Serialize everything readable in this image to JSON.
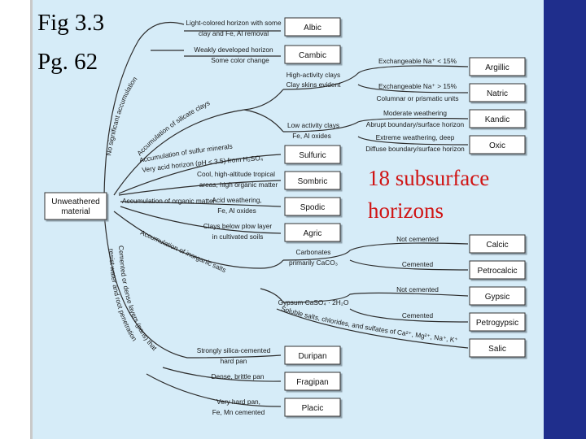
{
  "slide": {
    "title": "Fig 3.3",
    "page": "Pg. 62",
    "callout_line1": "18 subsurface",
    "callout_line2": "horizons",
    "colors": {
      "panel": "#d6ecf8",
      "band": "#1f2e8c",
      "callout": "#d01414"
    }
  },
  "diagram": {
    "root": "Unweathered material",
    "branch_labels": {
      "no_accum": "No significant accumulation",
      "silicate": "Accumulation of silicate clays",
      "sulfur": "Accumulation of sulfur minerals",
      "acid": "Very acid horizon (pH < 3.5) from H₂SO₄",
      "organic": "Accumulation of organic matter",
      "inorganic": "Accumulation of inorganic salts",
      "cemented_1": "Cemented or dense layers (pans) that",
      "cemented_2": "resist water and root penetration"
    },
    "conditions": {
      "albic_1": "Light-colored horizon with some",
      "albic_2": "clay and Fe, Al removal",
      "cambic_1": "Weakly developed horizon",
      "cambic_2": "Some color change",
      "high_act_1": "High-activity clays",
      "high_act_2": "Clay skins evident",
      "argillic": "Exchangeable Na⁺ < 15%",
      "natric_1": "Exchangeable Na⁺ > 15%",
      "natric_2": "Columnar or prismatic units",
      "low_act_1": "Low activity clays",
      "low_act_2": "Fe, Al oxides",
      "kandic_1": "Moderate weathering",
      "kandic_2": "Abrupt boundary/surface horizon",
      "oxic_1": "Extreme weathering, deep",
      "oxic_2": "Diffuse boundary/surface horizon",
      "sombric_1": "Cool, high-altitude tropical",
      "sombric_2": "areas, high organic matter",
      "spodic_1": "Acid weathering,",
      "spodic_2": "Fe, Al oxides",
      "agric_1": "Clays below plow layer",
      "agric_2": "in cultivated soils",
      "carbonates_1": "Carbonates",
      "carbonates_2": "primarily CaCO₃",
      "calcic": "Not cemented",
      "petrocalcic": "Cemented",
      "gypsum": "Gypsum CaSO₄ · 2H₂O",
      "gypsic": "Not cemented",
      "petrogypsic": "Cemented",
      "salic": "Soluble salts, chlorides, and sulfates of Ca²⁺, Mg²⁺, Na⁺, K⁺",
      "duripan_1": "Strongly silica-cemented",
      "duripan_2": "hard pan",
      "fragipan": "Dense, brittle pan",
      "placic_1": "Very hard pan,",
      "placic_2": "Fe, Mn cemented"
    },
    "horizons": {
      "albic": "Albic",
      "cambic": "Cambic",
      "argillic": "Argillic",
      "natric": "Natric",
      "kandic": "Kandic",
      "oxic": "Oxic",
      "sulfuric": "Sulfuric",
      "sombric": "Sombric",
      "spodic": "Spodic",
      "agric": "Agric",
      "calcic": "Calcic",
      "petrocalcic": "Petrocalcic",
      "gypsic": "Gypsic",
      "petrogypsic": "Petrogypsic",
      "salic": "Salic",
      "duripan": "Duripan",
      "fragipan": "Fragipan",
      "placic": "Placic"
    }
  }
}
